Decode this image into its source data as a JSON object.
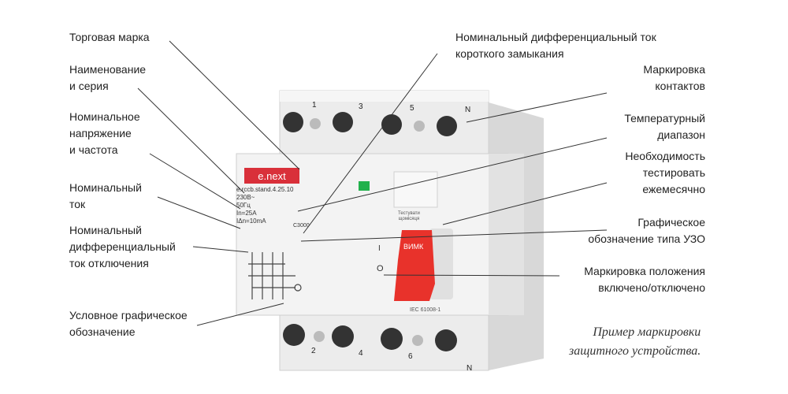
{
  "left_labels": [
    {
      "lines": [
        "Торговая марка"
      ]
    },
    {
      "lines": [
        "Наименование",
        "и серия"
      ]
    },
    {
      "lines": [
        "Номинальное",
        "напряжение",
        "и частота"
      ]
    },
    {
      "lines": [
        "Номинальный",
        "ток"
      ]
    },
    {
      "lines": [
        "Номинальный",
        "дифференциальный",
        "ток отключения"
      ]
    },
    {
      "lines": [
        "Условное графическое",
        "обозначение"
      ]
    }
  ],
  "top_label": {
    "lines": [
      "Номинальный дифференциальный  ток",
      "короткого замыкания"
    ]
  },
  "right_labels": [
    {
      "lines": [
        "Маркировка",
        "контактов"
      ]
    },
    {
      "lines": [
        "Температурный",
        "диапазон"
      ]
    },
    {
      "lines": [
        "Необходимость",
        "тестировать",
        "ежемесячно"
      ]
    },
    {
      "lines": [
        "Графическое",
        "обозначение типа УЗО"
      ]
    },
    {
      "lines": [
        "Маркировка положения",
        "включено/отключено"
      ]
    }
  ],
  "caption": {
    "lines": [
      "Пример маркировки",
      "защитного устройства."
    ]
  },
  "device": {
    "brand": "e.next",
    "model": "e.rccb.stand.4.25.10",
    "voltage": "230В~",
    "frequency": "50Гц",
    "current": "In=25A",
    "diff_current": "IΔn=10mA",
    "rating": "C3000",
    "test_text": [
      "Тестувати",
      "щомісяця"
    ],
    "lever_text": "ВИМК",
    "on_mark": "I",
    "off_mark": "O",
    "standard": "IEC 61008-1",
    "top_terminals": [
      "1",
      "3",
      "5",
      "N"
    ],
    "bottom_terminals": [
      "2",
      "4",
      "6",
      "N"
    ],
    "colors": {
      "lever": "#e8322b",
      "brand": "#d9303a",
      "indicator": "#22b14c"
    }
  }
}
